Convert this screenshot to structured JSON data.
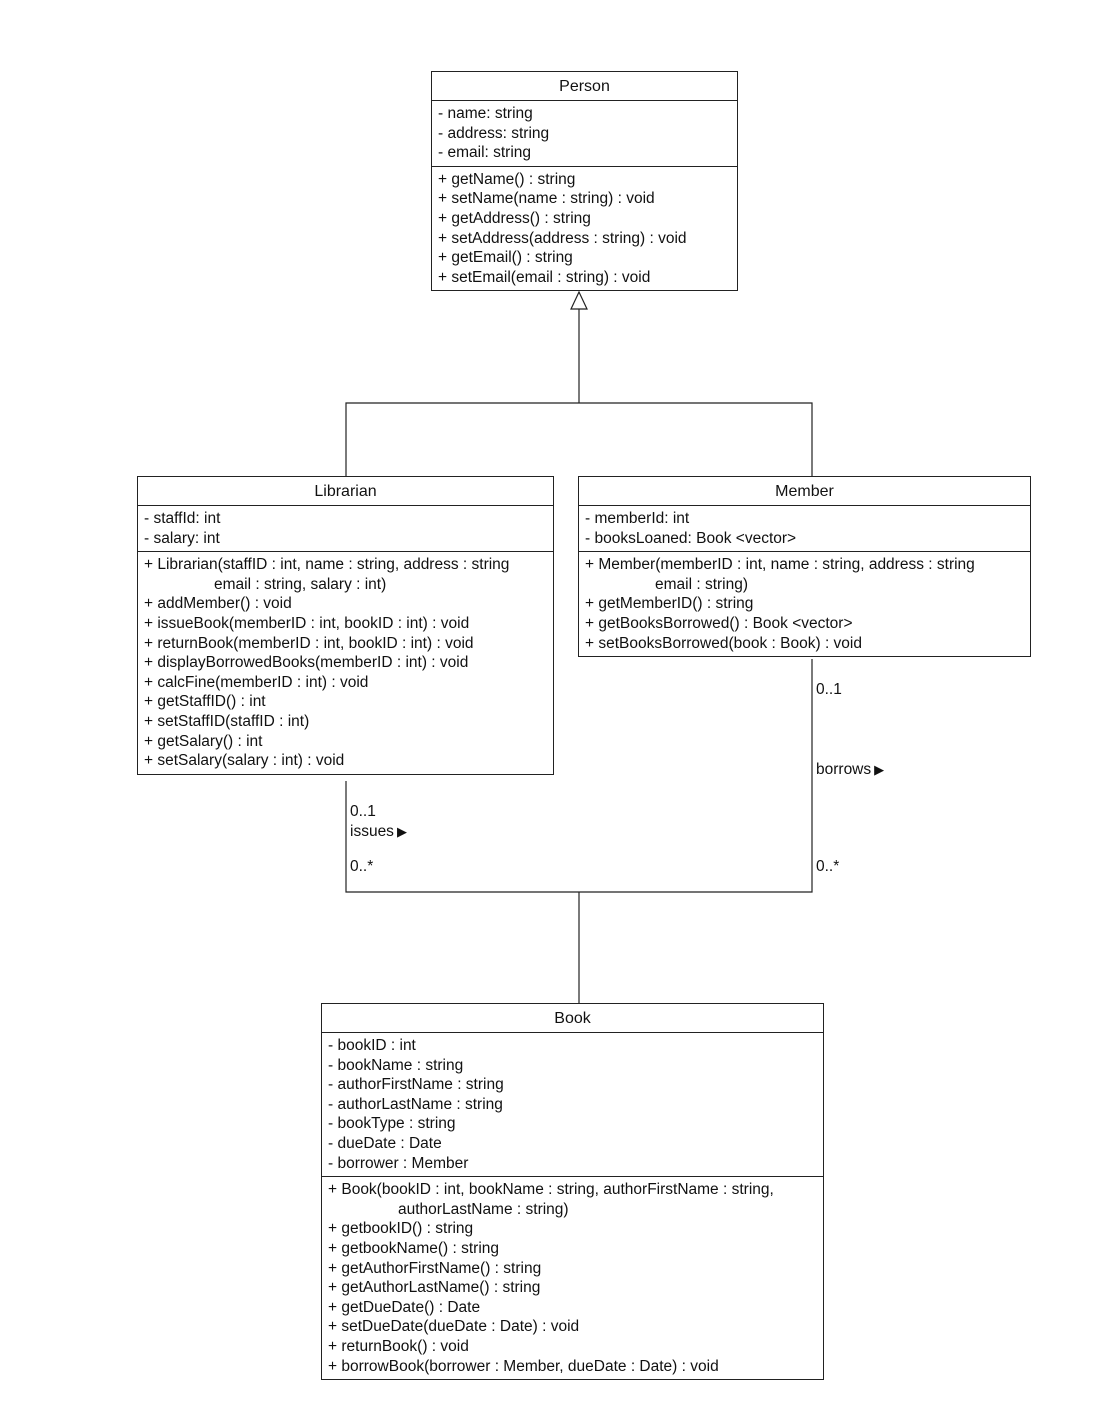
{
  "classes": {
    "person": {
      "name": "Person",
      "attributes": [
        "- name: string",
        "- address: string",
        "- email: string"
      ],
      "operations": [
        "+ getName() : string",
        "+ setName(name : string) : void",
        "+ getAddress() : string",
        "+ setAddress(address : string) : void",
        "+ getEmail() : string",
        "+ setEmail(email : string) : void"
      ]
    },
    "librarian": {
      "name": "Librarian",
      "attributes": [
        "- staffId: int",
        "- salary: int"
      ],
      "operations": [
        "+ Librarian(staffID : int, name : string, address : string",
        "email : string, salary : int)",
        "+ addMember() : void",
        "+ issueBook(memberID : int, bookID : int) : void",
        "+ returnBook(memberID : int, bookID : int) : void",
        "+ displayBorrowedBooks(memberID : int) : void",
        "+ calcFine(memberID : int) : void",
        "+ getStaffID() : int",
        "+ setStaffID(staffID : int)",
        "+ getSalary() : int",
        "+ setSalary(salary : int) : void"
      ]
    },
    "member": {
      "name": "Member",
      "attributes": [
        "- memberId: int",
        "- booksLoaned: Book <vector>"
      ],
      "operations": [
        "+ Member(memberID : int, name : string, address : string",
        "email : string)",
        "+ getMemberID() : string",
        "+ getBooksBorrowed() : Book <vector>",
        "+ setBooksBorrowed(book : Book) : void"
      ]
    },
    "book": {
      "name": "Book",
      "attributes": [
        "- bookID : int",
        "- bookName : string",
        "- authorFirstName : string",
        "- authorLastName : string",
        "- bookType : string",
        "- dueDate : Date",
        "- borrower : Member"
      ],
      "operations": [
        "+ Book(bookID : int, bookName : string, authorFirstName : string,",
        "authorLastName : string)",
        "+ getbookID() : string",
        "+ getbookName() : string",
        "+ getAuthorFirstName() : string",
        "+ getAuthorLastName() : string",
        "+ getDueDate() : Date",
        "+ setDueDate(dueDate : Date) : void",
        "+ returnBook() : void",
        "+ borrowBook(borrower : Member, dueDate : Date) : void"
      ]
    }
  },
  "associations": {
    "issues": {
      "label": "issues",
      "arrow": "▶",
      "source_mult": "0..1",
      "target_mult": "0..*"
    },
    "borrows": {
      "label": "borrows",
      "arrow": "▶",
      "source_mult": "0..1",
      "target_mult": "0..*"
    }
  }
}
